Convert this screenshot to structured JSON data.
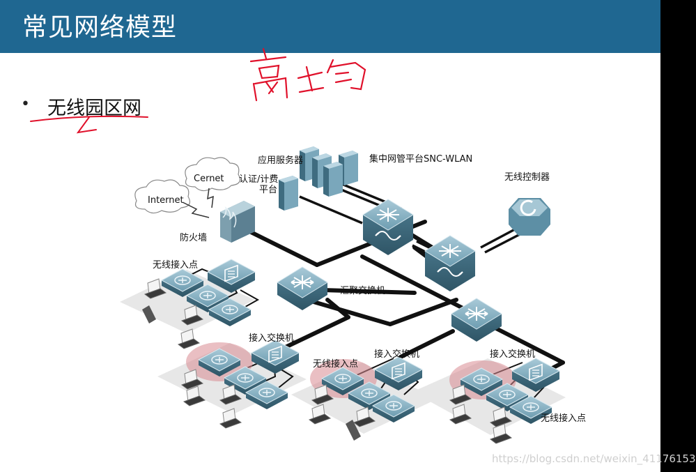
{
  "slide_title": "常见网络模型",
  "bullet": "无线园区网",
  "handwriting": "高校",
  "labels": {
    "app_server": "应用服务器",
    "nms": "集中网管平台SNC-WLAN",
    "auth_1": "认证/计费",
    "auth_2": "平台",
    "cernet": "Cernet",
    "internet": "Internet",
    "firewall": "防火墙",
    "wireless_controller": "无线控制器",
    "ap_top": "无线接入点",
    "aggregation_switch": "汇聚交换机",
    "access_switch_1": "接入交换机",
    "access_switch_2": "接入交换机",
    "access_switch_3": "接入交换机",
    "ap_mid": "无线接入点",
    "ap_right": "无线接入点"
  },
  "watermark": "https://blog.csdn.net/weixin_41176153",
  "colors": {
    "title_bar": "#1f6791",
    "device": "#5d8fa5",
    "ink": "#e0102a",
    "highlight": "#d98b92"
  }
}
